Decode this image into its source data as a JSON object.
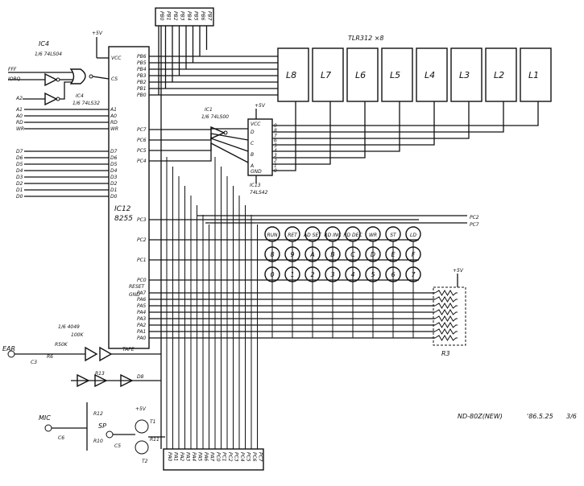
{
  "supply": {
    "plus5v": "+5V"
  },
  "top_header": {
    "labels": [
      "PB0",
      "PB1",
      "PB2",
      "PB3",
      "PB4",
      "PB5",
      "PB6",
      "PB7"
    ]
  },
  "bottom_header": {
    "labels": [
      "PA0",
      "PA1",
      "PA2",
      "PA3",
      "PA4",
      "PA5",
      "PA6",
      "PA7",
      "PC0",
      "PC1",
      "PC2",
      "PC3",
      "PC4",
      "PC5",
      "PC6",
      "PC7"
    ]
  },
  "chips": {
    "ic12": {
      "name": "IC12",
      "part": "8255",
      "power": "+5V",
      "left_pins": [
        "A1",
        "A0",
        "RD",
        "WR",
        "D7",
        "D6",
        "D5",
        "D4",
        "D3",
        "D2",
        "D1",
        "D0"
      ],
      "right_pins_b": [
        "PB6",
        "PB5",
        "PB4",
        "PB3",
        "PB2",
        "PB1",
        "PB0"
      ],
      "right_pins_c_hi": [
        "PC7",
        "PC6",
        "PC5",
        "PC4"
      ],
      "right_pins_c_lo": [
        "PC3",
        "PC2",
        "PC1",
        "PC0"
      ],
      "right_pins_a": [
        "PA7",
        "PA6",
        "PA5",
        "PA4",
        "PA3",
        "PA2",
        "PA1",
        "PA0"
      ],
      "left_top": [
        "CS"
      ],
      "misc": [
        "RESET",
        "GND",
        "VCC"
      ]
    },
    "ic4": {
      "name": "IC4",
      "part_a": "1/6 74LS04",
      "part_b": "1/6 74LS32"
    },
    "ic1": {
      "name": "IC1",
      "part": "1/6 74LS00"
    },
    "ic13": {
      "name": "IC13",
      "part": "74LS42",
      "pins_in": [
        "D",
        "C",
        "B",
        "A"
      ],
      "pins_out": [
        "9",
        "8",
        "7",
        "6",
        "5",
        "4",
        "3",
        "2",
        "1",
        "0"
      ],
      "vcc": "VCC",
      "gnd": "GND",
      "power": "+5V"
    },
    "ic4049": {
      "part": "1/6 4049"
    }
  },
  "io_labels": {
    "fff": "FFF",
    "iorq": "IORQ",
    "a2": "A2",
    "a1": "A1",
    "a0": "A0",
    "rd": "RD",
    "wr": "WR",
    "reset": "RESET",
    "d7": "D7",
    "d6": "D6",
    "d5": "D5",
    "d4": "D4",
    "d3": "D3",
    "d2": "D2",
    "d1": "D1",
    "d0": "D0",
    "pc2": "PC2",
    "pc7": "PC7"
  },
  "display": {
    "header": "TLR312 ×8",
    "digits": [
      "L8",
      "L7",
      "L6",
      "L5",
      "L4",
      "L3",
      "L2",
      "L1"
    ]
  },
  "keypad": {
    "row1": [
      "RUN",
      "RET",
      "AD SET",
      "RD INC",
      "RD DEC",
      "WR",
      "ST",
      "LD"
    ],
    "row2": [
      "8",
      "9",
      "A",
      "B",
      "C",
      "D",
      "E",
      "F"
    ],
    "row3": [
      "0",
      "1",
      "2",
      "3",
      "4",
      "5",
      "6",
      "7"
    ]
  },
  "resistor_array": {
    "name": "R3",
    "power": "+5V"
  },
  "audio": {
    "ear": "EAR",
    "mic": "MIC",
    "sp": "SP",
    "c_ear": "C3",
    "c_mic": "C6",
    "c_sp": "C5",
    "r_ear": "R6",
    "r12": "R12",
    "r10": "R10",
    "r11": "R11",
    "r_fb": "100K",
    "r_in": "R50K",
    "t1": "T1",
    "t2": "T2",
    "d8": "D8",
    "plus5v": "+5V",
    "tape": "TAPE",
    "r_misc": "R13"
  },
  "footer": {
    "drawing_id": "ND-80Z(NEW)",
    "date": "'86.5.25",
    "sheet": "3/6"
  }
}
